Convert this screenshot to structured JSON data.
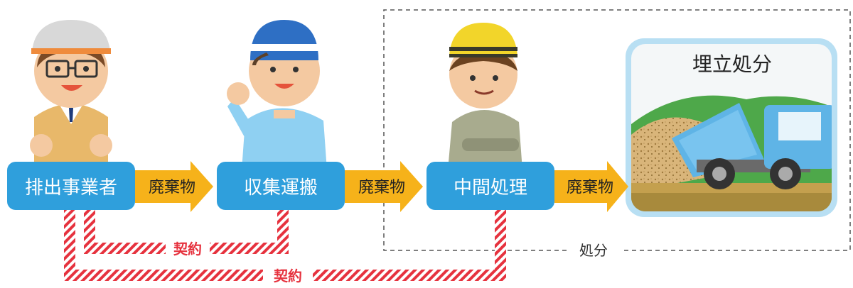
{
  "nodes": {
    "generator": "排出事業者",
    "collection": "収集運搬",
    "intermediate": "中間処理",
    "landfill": "埋立処分"
  },
  "arrows": {
    "waste_label": "廃棄物"
  },
  "contracts": {
    "label": "契約"
  },
  "disposal": {
    "label": "処分"
  },
  "colors": {
    "box": "#2f9fdc",
    "arrow": "#f6b21a",
    "contract": "#e6323e",
    "landfill_frame": "#b8dff3"
  },
  "figures": {
    "generator": "office-worker-hardhat",
    "collection": "waving-worker-blue-cap",
    "intermediate": "worker-yellow-helmet-arms-crossed",
    "landfill": "dump-truck-unloading"
  }
}
